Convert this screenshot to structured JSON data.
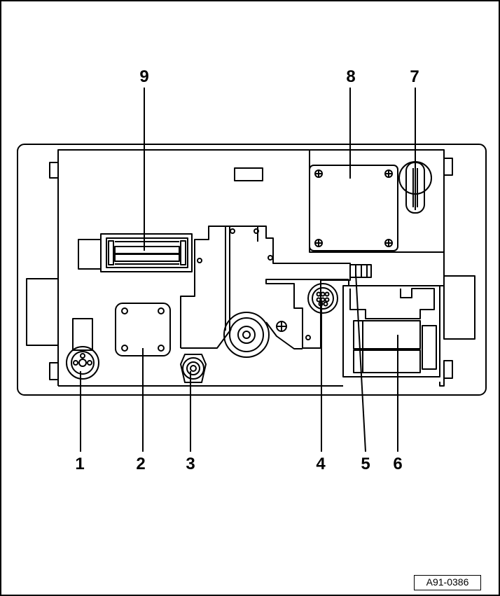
{
  "diagram": {
    "callouts": [
      "1",
      "2",
      "3",
      "4",
      "5",
      "6",
      "7",
      "8",
      "9"
    ],
    "reference_code": "A91-0386"
  }
}
